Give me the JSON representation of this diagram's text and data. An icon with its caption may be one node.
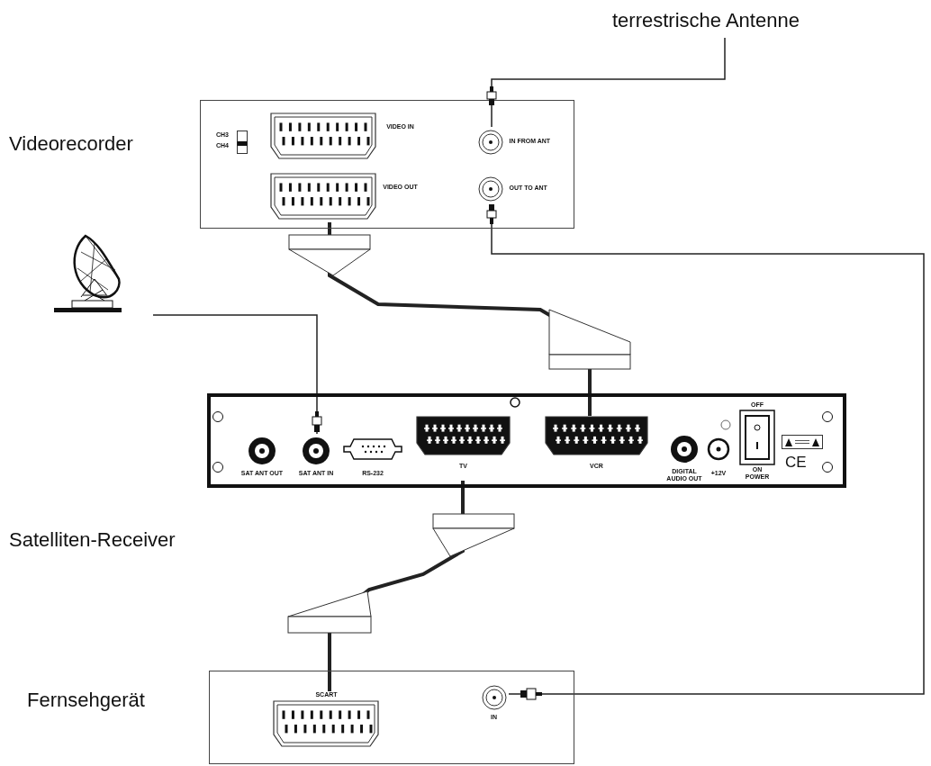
{
  "diagram": {
    "nodes": [
      {
        "text": [
          "terrestrische Antenne"
        ]
      },
      {
        "text": [
          "Videorecorder"
        ]
      },
      {
        "text": [
          "VIDEO IN"
        ],
        "in": 1
      },
      {
        "text": [
          "VIDEO OUT"
        ],
        "in": 1
      },
      {
        "text": [
          "IN FROM ANT"
        ],
        "in": 1
      },
      {
        "text": [
          "OUT TO ANT"
        ],
        "in": 1
      },
      {
        "text": [],
        "shape": "picture"
      },
      {
        "text": [
          "Satelliten-Receiver"
        ]
      },
      {
        "text": [
          "SAT ANT OUT"
        ],
        "in": 7
      },
      {
        "text": [
          "SAT ANT IN"
        ],
        "in": 7
      },
      {
        "text": [
          "RS-232"
        ],
        "in": 7
      },
      {
        "text": [
          "TV"
        ],
        "in": 7
      },
      {
        "text": [
          "VCR"
        ],
        "in": 7
      },
      {
        "text": [
          "DIGITAL AUDIO OUT"
        ],
        "in": 7
      },
      {
        "text": [
          "+12V"
        ],
        "in": 7
      },
      {
        "text": [
          "OFF",
          "ON POWER"
        ],
        "in": 7
      },
      {
        "text": [
          "Fernsehgerät"
        ]
      },
      {
        "text": [
          "SCART"
        ],
        "in": 16
      },
      {
        "text": [
          "IN"
        ],
        "in": 16
      }
    ],
    "edges": [
      {
        "from": 0,
        "to": 4,
        "arrow": "none"
      },
      {
        "from": 3,
        "to": 12,
        "arrow": "none",
        "style": "thick"
      },
      {
        "from": 11,
        "to": 17,
        "arrow": "none",
        "style": "thick"
      },
      {
        "from": 6,
        "to": 9,
        "arrow": "none"
      },
      {
        "from": 5,
        "to": 18,
        "arrow": "none"
      }
    ],
    "labels": [
      "CH3",
      "CH4",
      "CE"
    ]
  }
}
